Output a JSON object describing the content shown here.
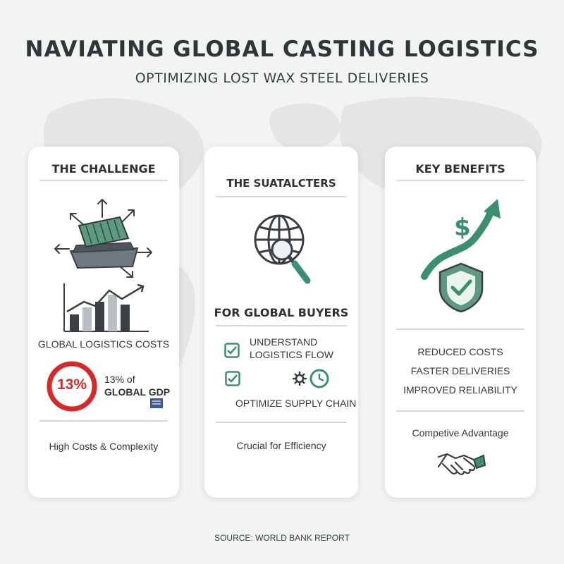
{
  "header": {
    "title": "NAVIATING GLOBAL CASTING LOGISTICS",
    "subtitle": "OPTIMIZING LOST WAX STEEL DELIVERIES"
  },
  "cards": [
    {
      "heading": "THE CHALLENGE",
      "metric_label": "GLOBAL LOGISTICS COSTS",
      "badge_value": "13%",
      "badge_caption_line1": "13% of",
      "badge_caption_line2": "GLOBAL GDP",
      "footer": "High Costs & Complexity"
    },
    {
      "heading": "THE SUATALCTERS",
      "subheading": "FOR GLOBAL BUYERS",
      "check_items": [
        "UNDERSTAND",
        "LOGISTICS FLOW"
      ],
      "action_label": "OPTIMIZE SUPPLY CHAIN",
      "footer": "Crucial for Efficiency"
    },
    {
      "heading": "KEY BENEFITS",
      "benefits": [
        "REDUCED COSTS",
        "FASTER DELIVERIES",
        "IMPROVED RELIABILITY"
      ],
      "footer": "Competive Advantage"
    }
  ],
  "source": "SOURCE: WORLD BANK REPORT",
  "colors": {
    "accent_green": "#3a8f6e",
    "ship_green": "#5e9a82",
    "alert_red": "#d62a2a",
    "dark": "#3a3f45",
    "grey_bar": "#b9bec2"
  },
  "icons": [
    "world-map",
    "cargo-ship-icon",
    "bar-chart-icon",
    "globe-search-icon",
    "check-icon",
    "gear-icon",
    "clock-icon",
    "dollar-icon",
    "growth-arrow-icon",
    "shield-check-icon",
    "handshake-icon",
    "report-icon"
  ]
}
